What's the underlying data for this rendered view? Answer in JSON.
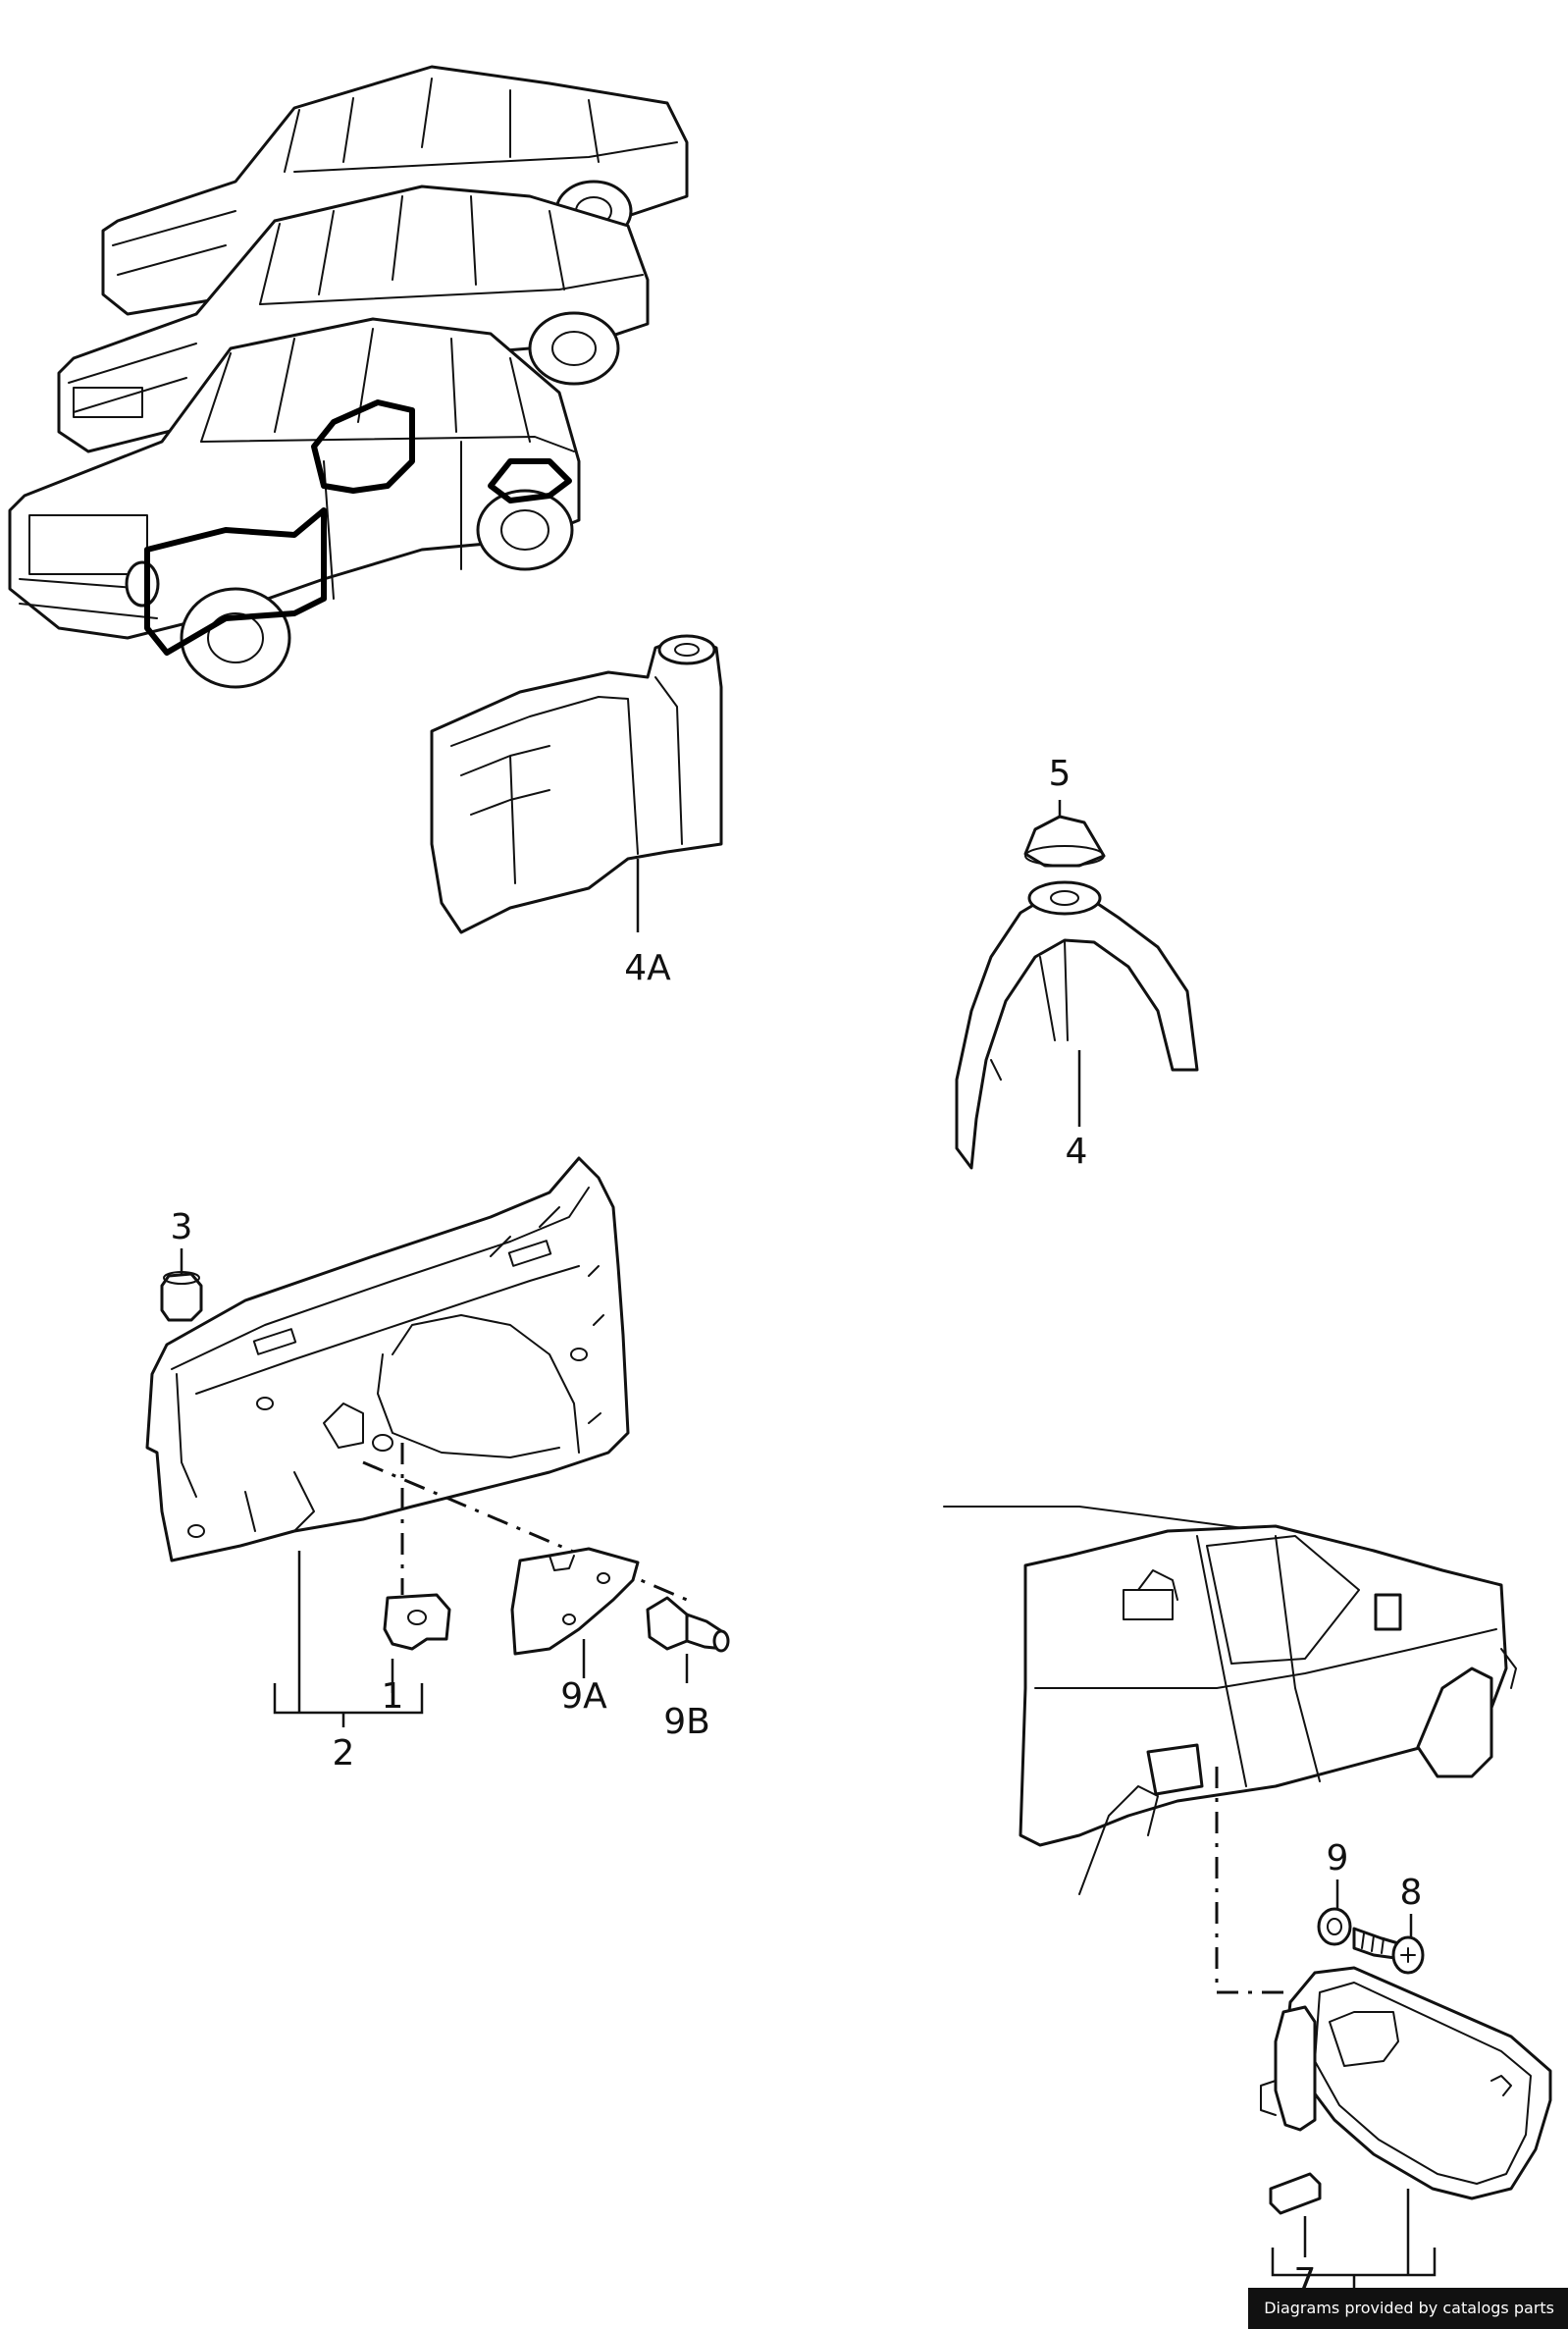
{
  "diagram": {
    "labels": {
      "p1": "1",
      "p2": "2",
      "p3": "3",
      "p4": "4",
      "p4a": "4A",
      "p5": "5",
      "p7": "7",
      "p8": "8",
      "p9": "9",
      "p9a": "9A",
      "p9b": "9B"
    }
  },
  "footer": {
    "credit": "Diagrams provided by catalogs parts"
  },
  "colors": {
    "line": "#111111",
    "background": "#ffffff",
    "credit_background": "#111111",
    "credit_text": "#ffffff"
  }
}
